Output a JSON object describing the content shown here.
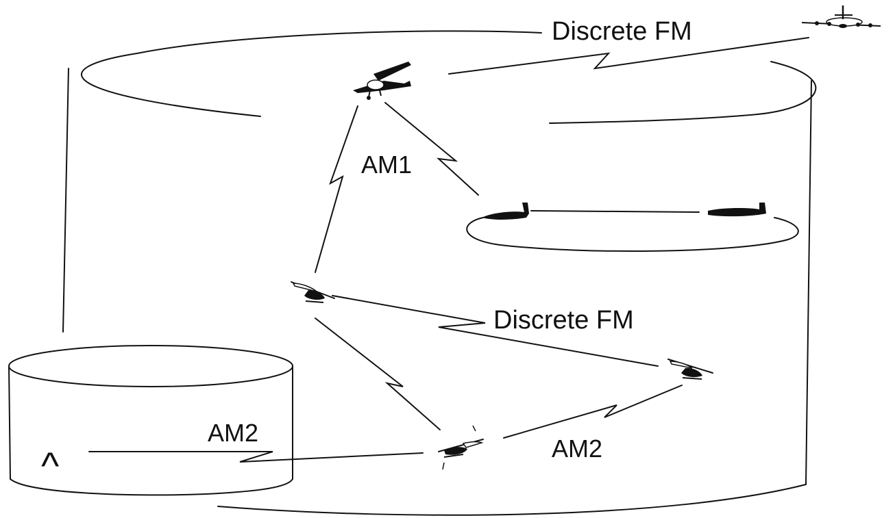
{
  "diagram": {
    "labels": {
      "top_link": "Discrete FM",
      "upper_link": "AM1",
      "middle_link": "Discrete FM",
      "lower_left_link": "AM2",
      "lower_right_link": "AM2"
    },
    "ground_station_symbol": "^"
  },
  "colors": {
    "line": "#111111",
    "background": "#ffffff"
  },
  "icons": [
    "transport-aircraft-icon",
    "light-airplane-icon",
    "jet-aircraft-icon",
    "helicopter-icon",
    "ground-station-icon"
  ]
}
